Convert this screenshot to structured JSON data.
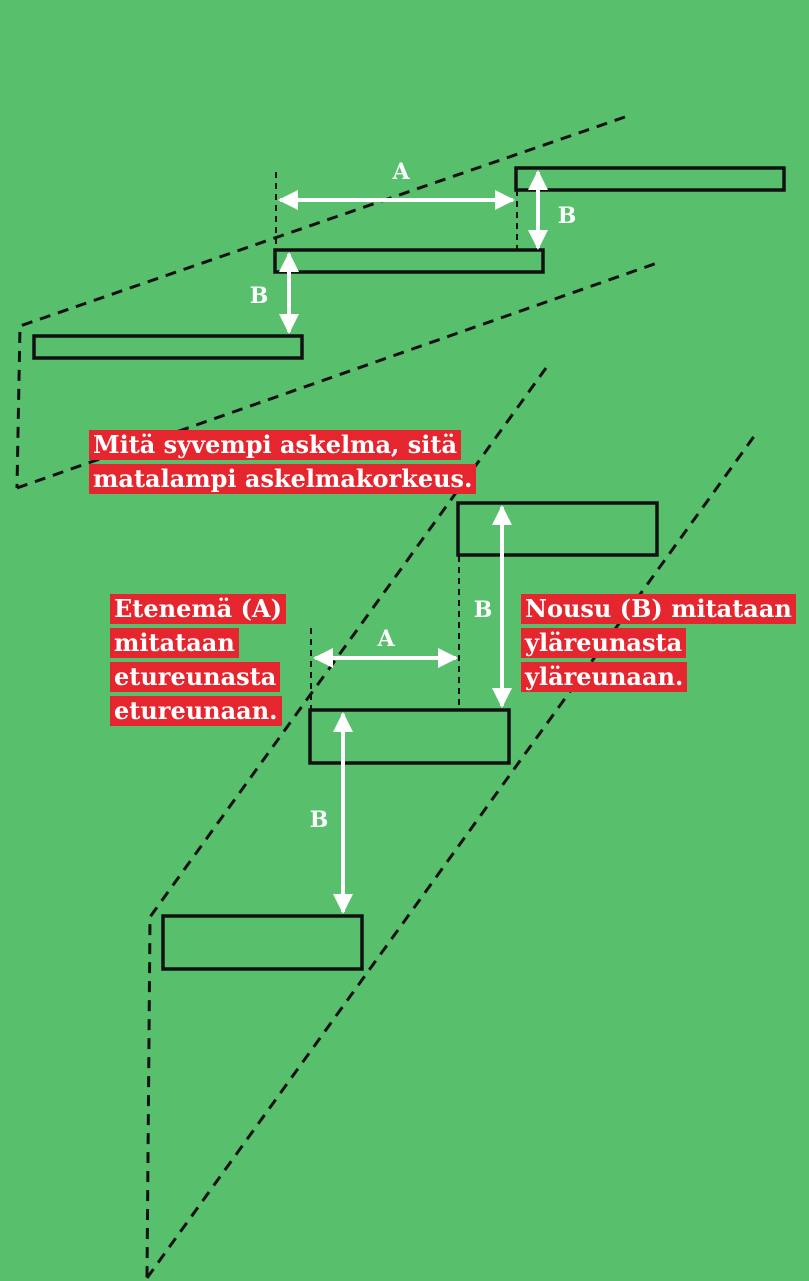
{
  "callouts": {
    "top_line1": "Mitä syvempi askelma, sitä",
    "top_line2": "matalampi askelmakorkeus.",
    "left_line1": "Etenemä (A)",
    "left_line2": "mitataan",
    "left_line3": "etureunasta",
    "left_line4": "etureunaan.",
    "right_line1": "Nousu (B) mitataan",
    "right_line2": "yläreunasta",
    "right_line3": "yläreunaan."
  },
  "labels": {
    "tread_depth": "A",
    "rise_height": "B"
  },
  "colors": {
    "background": "#58bf6d",
    "callout_background": "#e5262e",
    "arrow": "#ffffff",
    "outline": "#111111"
  }
}
